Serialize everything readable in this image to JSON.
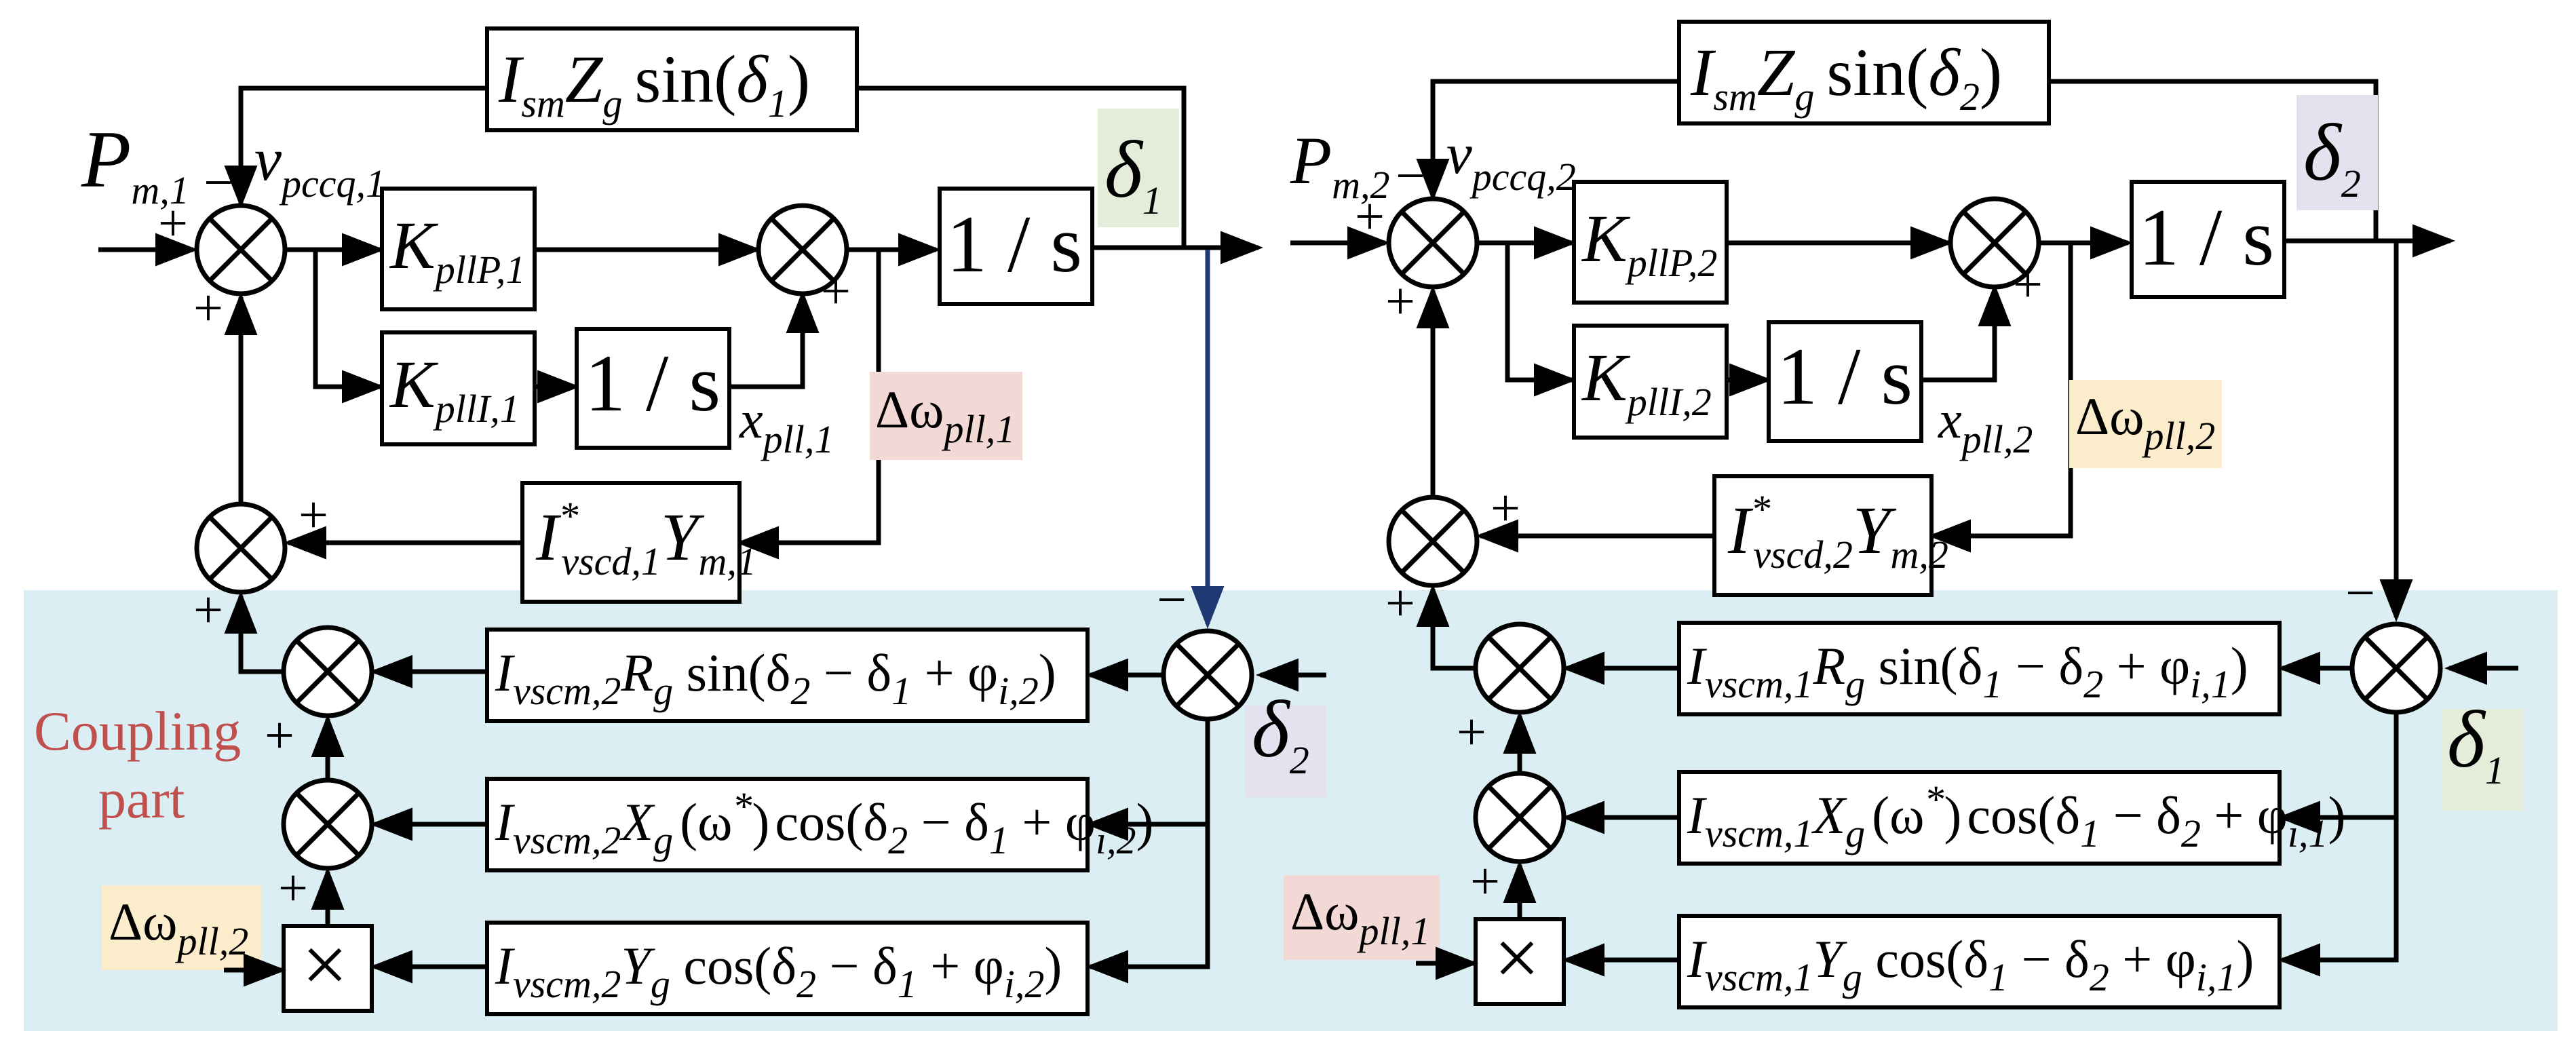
{
  "colors": {
    "coupling_bg": "#dbeef4",
    "coupling_text": "#c0504d",
    "delta1_bg": "#e3edda",
    "delta2_bg": "#e6e1ee",
    "domega1_bg": "#f2d9d6",
    "domega2_bg": "#fbeccb",
    "feedback_line": "#1f3a73"
  },
  "coupling": {
    "line1": "Coupling",
    "line2": "part"
  },
  "left": {
    "input": {
      "main": "P",
      "sub": "m,1"
    },
    "v": {
      "main": "v",
      "sub": "pccq,1"
    },
    "feedback": {
      "a": "I",
      "a_sub": "sm",
      "b": "Z",
      "b_sub": "g",
      "func": "sin(",
      "delta": "δ",
      "d_sub": "1",
      "close": ")"
    },
    "kp": {
      "main": "K",
      "sub": "pllP,1"
    },
    "ki": {
      "main": "K",
      "sub": "pllI,1"
    },
    "int1": "1 / s",
    "int2": "1 / s",
    "xpll": {
      "main": "x",
      "sub": "pll,1"
    },
    "domega": {
      "main": "Δω",
      "sub": "pll,1"
    },
    "out": {
      "main": "δ",
      "sub": "1"
    },
    "ivscd": {
      "main": "I",
      "sup": "*",
      "sub": "vscd,1",
      "y": "Y",
      "y_sub": "m,1"
    },
    "c1": {
      "i": "I",
      "i_sub": "vscm,2",
      "z": "R",
      "z_sub": "g",
      "expr": " sin(δ",
      "e1": "2",
      "mid": " − δ",
      "e2": "1",
      "plus": " + φ",
      "e3": "i,2",
      "close": ")"
    },
    "c2": {
      "i": "I",
      "i_sub": "vscm,2",
      "z": "X",
      "z_sub": "g",
      "w": "(ω",
      "w_sup": "*",
      "w2": ")",
      "expr": "cos(δ",
      "e1": "2",
      "mid": " − δ",
      "e2": "1",
      "plus": " + φ",
      "e3": "i,2",
      "close": ")"
    },
    "c3": {
      "i": "I",
      "i_sub": "vscm,2",
      "z": "Y",
      "z_sub": "g",
      "expr": " cos(δ",
      "e1": "2",
      "mid": " − δ",
      "e2": "1",
      "plus": " + φ",
      "e3": "i,2",
      "close": ")"
    },
    "ext_delta": {
      "main": "δ",
      "sub": "2"
    },
    "ext_domega": {
      "main": "Δω",
      "sub": "pll,2"
    }
  },
  "right": {
    "input": {
      "main": "P",
      "sub": "m,2"
    },
    "v": {
      "main": "v",
      "sub": "pccq,2"
    },
    "feedback": {
      "a": "I",
      "a_sub": "sm",
      "b": "Z",
      "b_sub": "g",
      "func": "sin(",
      "delta": "δ",
      "d_sub": "2",
      "close": ")"
    },
    "kp": {
      "main": "K",
      "sub": "pllP,2"
    },
    "ki": {
      "main": "K",
      "sub": "pllI,2"
    },
    "int1": "1 / s",
    "int2": "1 / s",
    "xpll": {
      "main": "x",
      "sub": "pll,2"
    },
    "domega": {
      "main": "Δω",
      "sub": "pll,2"
    },
    "out": {
      "main": "δ",
      "sub": "2"
    },
    "ivscd": {
      "main": "I",
      "sup": "*",
      "sub": "vscd,2",
      "y": "Y",
      "y_sub": "m,2"
    },
    "c1": {
      "i": "I",
      "i_sub": "vscm,1",
      "z": "R",
      "z_sub": "g",
      "expr": " sin(δ",
      "e1": "1",
      "mid": " − δ",
      "e2": "2",
      "plus": " + φ",
      "e3": "i,1",
      "close": ")"
    },
    "c2": {
      "i": "I",
      "i_sub": "vscm,1",
      "z": "X",
      "z_sub": "g",
      "w": "(ω",
      "w_sup": "*",
      "w2": ")",
      "expr": "cos(δ",
      "e1": "1",
      "mid": " − δ",
      "e2": "2",
      "plus": " + φ",
      "e3": "i,1",
      "close": ")"
    },
    "c3": {
      "i": "I",
      "i_sub": "vscm,1",
      "z": "Y",
      "z_sub": "g",
      "expr": " cos(δ",
      "e1": "1",
      "mid": " − δ",
      "e2": "2",
      "plus": " + φ",
      "e3": "i,1",
      "close": ")"
    },
    "ext_delta": {
      "main": "δ",
      "sub": "1"
    },
    "ext_domega": {
      "main": "Δω",
      "sub": "pll,1"
    }
  },
  "signs": {
    "plus": "+",
    "minus": "−",
    "times": "×"
  }
}
